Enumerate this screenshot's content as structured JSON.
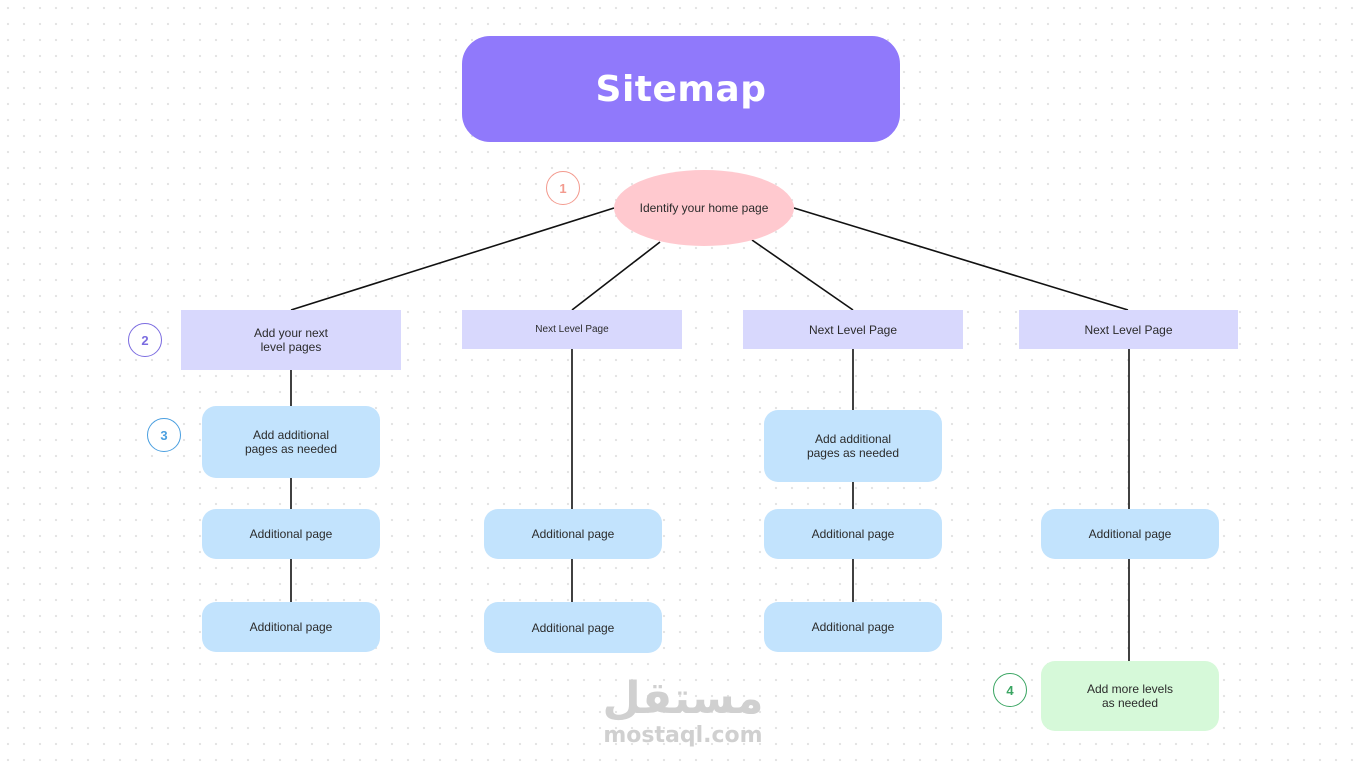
{
  "title": "Sitemap",
  "home": {
    "label": "Identify your home page",
    "step": "1"
  },
  "level_pages": [
    {
      "label": "Add your next\nlevel pages",
      "step": "2"
    },
    {
      "label": "Next Level Page"
    },
    {
      "label": "Next Level Page"
    },
    {
      "label": "Next Level Page"
    }
  ],
  "columns": [
    {
      "children": [
        {
          "label": "Add additional\npages as needed",
          "step": "3"
        },
        {
          "label": "Additional page"
        },
        {
          "label": "Additional page"
        }
      ]
    },
    {
      "children": [
        {
          "label": "Additional page"
        },
        {
          "label": "Additional page"
        }
      ]
    },
    {
      "children": [
        {
          "label": "Add additional\npages as needed"
        },
        {
          "label": "Additional page"
        },
        {
          "label": "Additional page"
        }
      ]
    },
    {
      "children": [
        {
          "label": "Additional page"
        },
        {
          "label": "Add more levels\nas needed",
          "step": "4"
        }
      ]
    }
  ],
  "watermark": {
    "arabic": "مستقل",
    "latin": "mostaql.com"
  },
  "colors": {
    "title_bg": "#9079fb",
    "home_bg": "#ffc9cf",
    "level_bg": "#d8d8fd",
    "sub_bg": "#c2e3fd",
    "more_bg": "#d6f9d9",
    "step1": "#f39a8e",
    "step2": "#7b6ce0",
    "step3": "#4a9fe0",
    "step4": "#3aa562"
  }
}
